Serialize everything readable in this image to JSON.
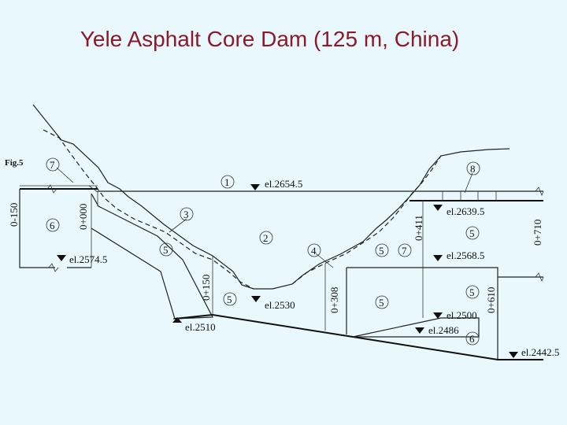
{
  "title": "Yele Asphalt Core Dam (125 m, China)",
  "figure_label": "Fig.5",
  "zone_numbers": [
    "1",
    "2",
    "3",
    "4",
    "5",
    "6",
    "7",
    "8"
  ],
  "elevations": {
    "crest": "el.2654.5",
    "upstream_berm": "el.2574.5",
    "core_base": "el.2530",
    "upstream_toe": "el.2510",
    "downstream_berm_upper": "el.2639.5",
    "downstream_berm_mid": "el.2568.5",
    "downstream_foundation": "el.2500",
    "downstream_lens": "el.2486",
    "downstream_toe": "el.2442.5"
  },
  "stations": {
    "s1": "0-150",
    "s2": "0+000",
    "s3": "0+150",
    "s4": "0+308",
    "s5": "0+411",
    "s6": "0+610",
    "s7": "0+710"
  }
}
